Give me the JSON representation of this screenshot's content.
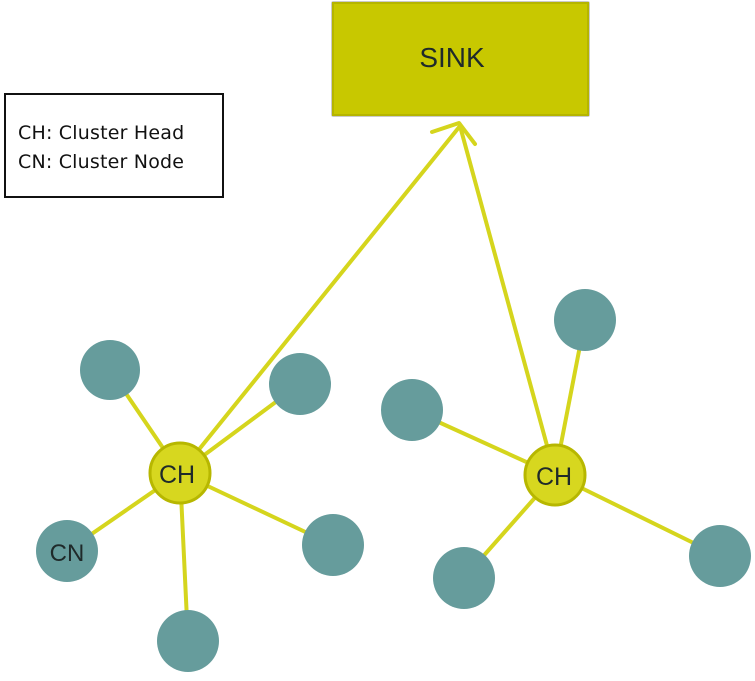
{
  "diagram": {
    "sink_label": "SINK",
    "cluster_head_label": "CH",
    "cluster_node_label": "CN",
    "legend": {
      "line1": "CH: Cluster Head",
      "line2": "CN: Cluster Node"
    },
    "colors": {
      "sink_fill": "#c8c800",
      "sink_border": "#b5b500",
      "head_fill": "#d7d71f",
      "head_border": "#b7b700",
      "node_fill": "#669c9c",
      "link": "#d5d51d",
      "text": "#111111"
    }
  }
}
